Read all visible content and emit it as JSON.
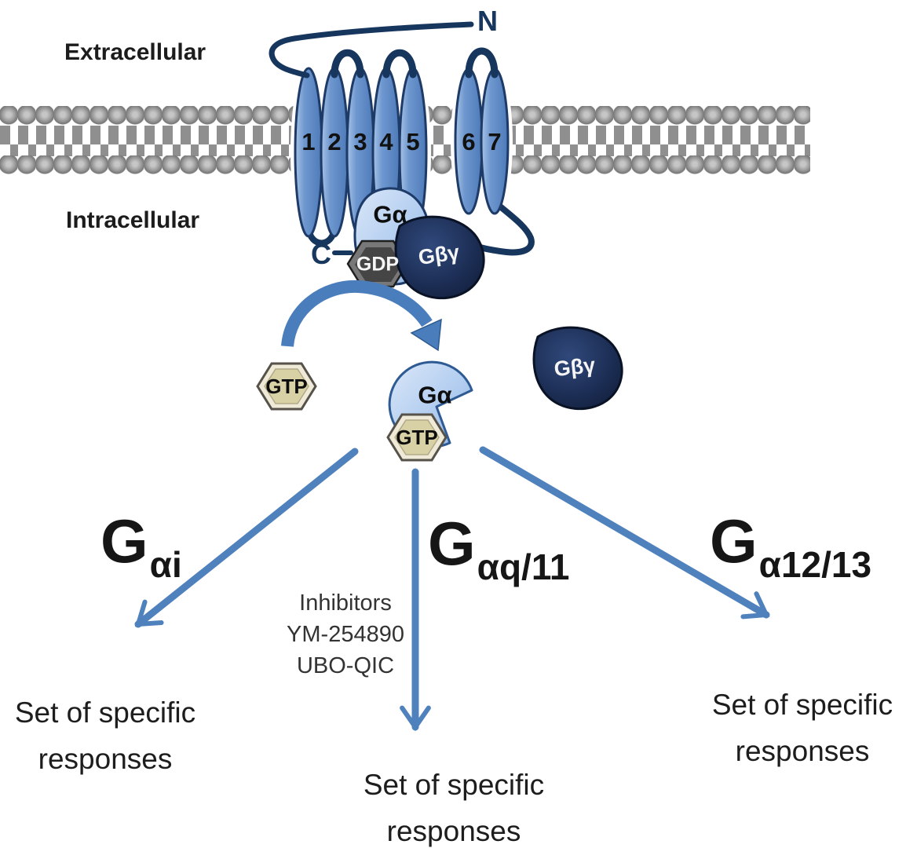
{
  "compartments": {
    "extracellular": "Extracellular",
    "intracellular": "Intracellular"
  },
  "receptor": {
    "n_terminus": "N",
    "c_terminus": "C",
    "helices": [
      "1",
      "2",
      "3",
      "4",
      "5",
      "6",
      "7"
    ]
  },
  "g_protein_complex": {
    "g_alpha": "Gα",
    "gdp": "GDP",
    "g_beta_gamma": "Gβγ"
  },
  "activation": {
    "free_gtp": "GTP",
    "active_g_alpha": "Gα",
    "bound_gtp": "GTP",
    "free_g_beta_gamma": "Gβγ"
  },
  "pathways": {
    "gai": {
      "base": "G",
      "subscript": "αi"
    },
    "gaq11": {
      "base": "G",
      "subscript": "αq/11"
    },
    "ga1213": {
      "base": "G",
      "subscript": "α12/13"
    }
  },
  "inhibitors": {
    "title": "Inhibitors",
    "item1": "YM-254890",
    "item2": "UBO-QIC"
  },
  "responses": {
    "left": {
      "line1": "Set of specific",
      "line2": "responses"
    },
    "center": {
      "line1": "Set of specific",
      "line2": "responses"
    },
    "right": {
      "line1": "Set of specific",
      "line2": "responses"
    }
  },
  "colors": {
    "arrow_blue": "#4f81bd",
    "helix_blue": "#5d86c2",
    "dark_navy": "#17365d",
    "g_alpha_light_blue": "#b9d3f0",
    "g_beta_gamma_navy": "#1b2c52",
    "gdp_gray": "#4a4a4a",
    "gtp_tan": "#d8d1a6",
    "membrane_gray": "#8f8f8f"
  }
}
